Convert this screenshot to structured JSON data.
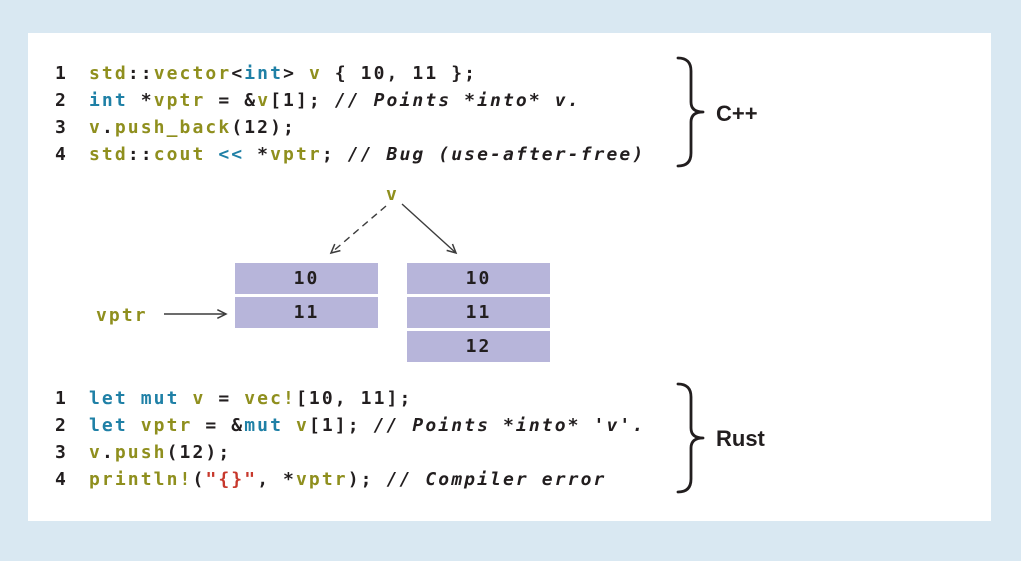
{
  "panel": {
    "colors": {
      "background": "#d9e8f2",
      "card": "#ffffff",
      "keyword": "#1f80a6",
      "identifier": "#8f8f1e",
      "plain": "#221e1f",
      "string": "#c7382c",
      "cell_fill": "#b7b5da",
      "arrow": "#3c3c3c"
    },
    "cpp": {
      "brace_label": "C++",
      "lines": [
        {
          "num": "1",
          "tokens": [
            [
              "std",
              "id"
            ],
            [
              "::",
              "pl"
            ],
            [
              "vector",
              "id"
            ],
            [
              "<",
              "pl"
            ],
            [
              "int",
              "kw"
            ],
            [
              "> ",
              "pl"
            ],
            [
              "v",
              "id"
            ],
            [
              " { 10, 11 };",
              "pl"
            ]
          ]
        },
        {
          "num": "2",
          "tokens": [
            [
              "int",
              "kw"
            ],
            [
              " *",
              "pl"
            ],
            [
              "vptr",
              "id"
            ],
            [
              " = &",
              "pl"
            ],
            [
              "v",
              "id"
            ],
            [
              "[1]; ",
              "pl"
            ],
            [
              "// Points *into* v.",
              "cm"
            ]
          ]
        },
        {
          "num": "3",
          "tokens": [
            [
              "v",
              "id"
            ],
            [
              ".",
              "pl"
            ],
            [
              "push_back",
              "id"
            ],
            [
              "(12);",
              "pl"
            ]
          ]
        },
        {
          "num": "4",
          "tokens": [
            [
              "std",
              "id"
            ],
            [
              "::",
              "pl"
            ],
            [
              "cout",
              "id"
            ],
            [
              " ",
              "pl"
            ],
            [
              "<<",
              "kw"
            ],
            [
              " *",
              "pl"
            ],
            [
              "vptr",
              "id"
            ],
            [
              "; ",
              "pl"
            ],
            [
              "// Bug (use-after-free)",
              "cm"
            ]
          ]
        }
      ]
    },
    "rust": {
      "brace_label": "Rust",
      "lines": [
        {
          "num": "1",
          "tokens": [
            [
              "let",
              "kw"
            ],
            [
              " ",
              "pl"
            ],
            [
              "mut",
              "kw"
            ],
            [
              " ",
              "pl"
            ],
            [
              "v",
              "id"
            ],
            [
              " = ",
              "pl"
            ],
            [
              "vec!",
              "id"
            ],
            [
              "[10, 11];",
              "pl"
            ]
          ]
        },
        {
          "num": "2",
          "tokens": [
            [
              "let",
              "kw"
            ],
            [
              " ",
              "pl"
            ],
            [
              "vptr",
              "id"
            ],
            [
              " = &",
              "pl"
            ],
            [
              "mut",
              "kw"
            ],
            [
              " ",
              "pl"
            ],
            [
              "v",
              "id"
            ],
            [
              "[1]; ",
              "pl"
            ],
            [
              "// Points *into* 'v'.",
              "cm"
            ]
          ]
        },
        {
          "num": "3",
          "tokens": [
            [
              "v",
              "id"
            ],
            [
              ".",
              "pl"
            ],
            [
              "push",
              "id"
            ],
            [
              "(12);",
              "pl"
            ]
          ]
        },
        {
          "num": "4",
          "tokens": [
            [
              "println!",
              "id"
            ],
            [
              "(",
              "pl"
            ],
            [
              "\"{}\"",
              "st"
            ],
            [
              ", *",
              "pl"
            ],
            [
              "vptr",
              "id"
            ],
            [
              "); ",
              "pl"
            ],
            [
              "// Compiler error",
              "cm"
            ]
          ]
        }
      ]
    },
    "diagram": {
      "v_label": "v",
      "vptr_label": "vptr",
      "old_stack": [
        "10",
        "11"
      ],
      "new_stack": [
        "10",
        "11",
        "12"
      ]
    }
  }
}
